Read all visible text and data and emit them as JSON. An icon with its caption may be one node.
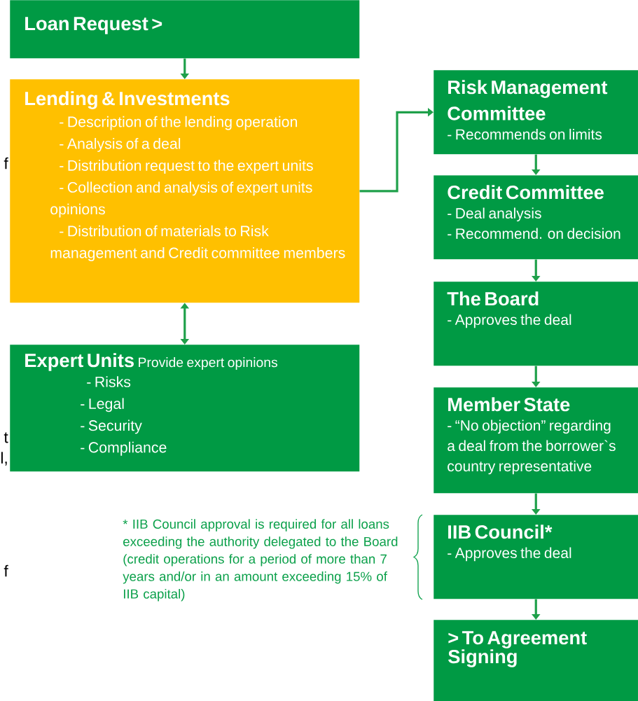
{
  "diagram": {
    "nodes": [
      {
        "text": [
          "Loan Request >"
        ]
      },
      {
        "text": [
          "Lending & Investments",
          "- Description of the lending operation",
          "- Analysis of a deal",
          "- Distribution request to the expert units",
          "- Collection and analysis of expert units opinions",
          "- Distribution of materials to Risk management and Credit committee members"
        ]
      },
      {
        "text": [
          "Expert Units",
          "Provide expert opinions",
          "- Risks",
          "- Legal",
          "- Security",
          "- Compliance"
        ]
      },
      {
        "text": [
          "Risk Management Committee",
          "- Recommends on limits"
        ]
      },
      {
        "text": [
          "Credit Committee",
          "- Deal analysis",
          "- Recommend. on decision"
        ]
      },
      {
        "text": [
          "The Board",
          "- Approves the deal"
        ]
      },
      {
        "text": [
          "Member State",
          "- “No objection” regarding a deal from the borrower`s country representative"
        ]
      },
      {
        "text": [
          "IIB Council*",
          "- Approves the deal"
        ]
      },
      {
        "text": [
          "> To Agreement Signing"
        ]
      }
    ],
    "edges": [
      {
        "from": 0,
        "to": 1,
        "arrow": "to"
      },
      {
        "from": 1,
        "to": 2,
        "arrow": "both"
      },
      {
        "from": 1,
        "to": 3,
        "arrow": "to"
      },
      {
        "from": 3,
        "to": 4,
        "arrow": "to"
      },
      {
        "from": 4,
        "to": 5,
        "arrow": "to"
      },
      {
        "from": 5,
        "to": 6,
        "arrow": "to"
      },
      {
        "from": 6,
        "to": 7,
        "arrow": "to"
      },
      {
        "from": 7,
        "to": 8,
        "arrow": "to"
      }
    ],
    "labels": [
      "f",
      "t",
      "l,",
      "f",
      "* IIB Council approval is required for all loans exceeding the authority delegated to the Board (credit operations for a period of more than 7 years and/or in an amount exceeding 15% of IIB capital)"
    ]
  }
}
